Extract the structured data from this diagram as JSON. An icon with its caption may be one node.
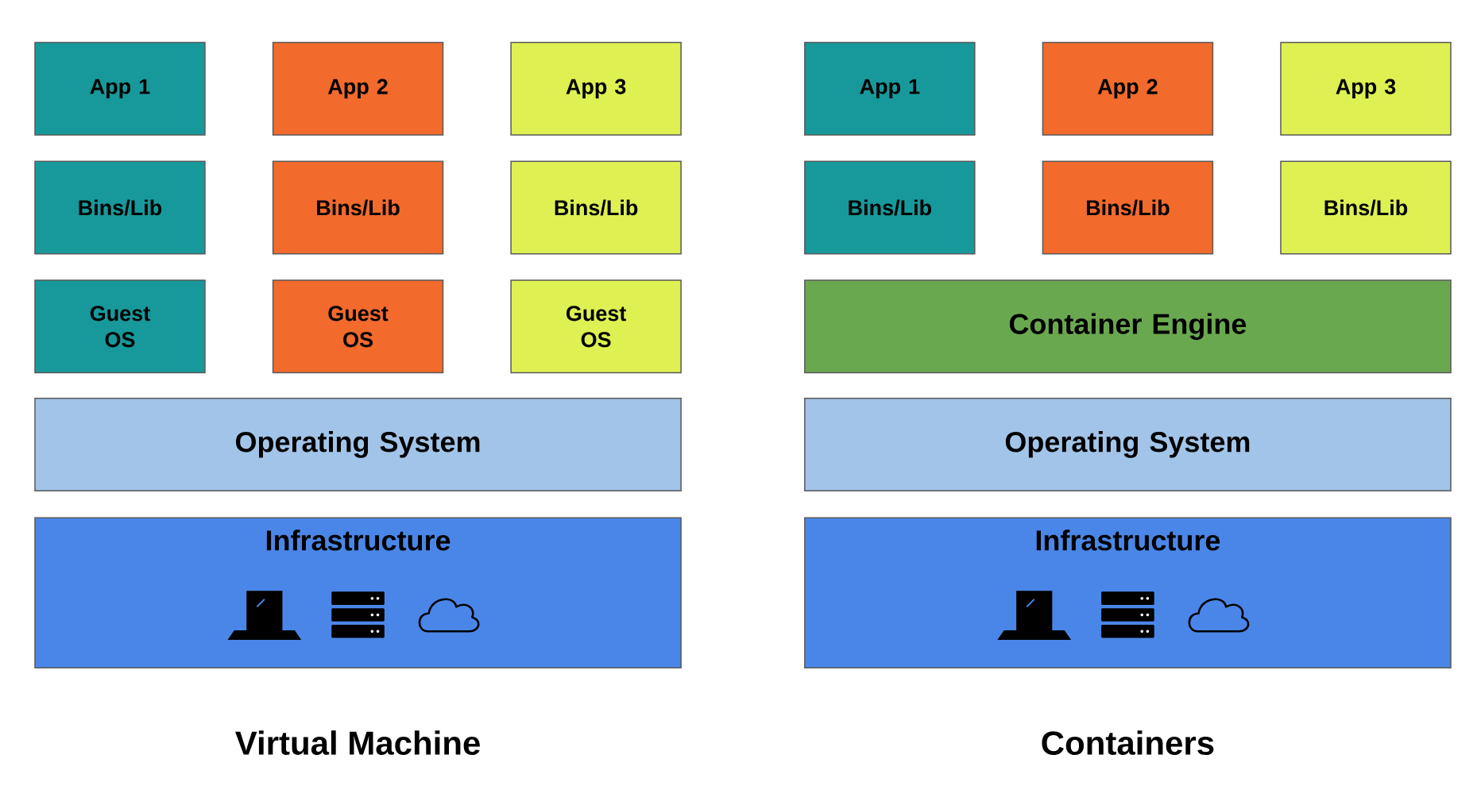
{
  "diagram": {
    "nodes": [
      {
        "text": [
          "App 1"
        ]
      },
      {
        "text": [
          "App 2"
        ]
      },
      {
        "text": [
          "App 3"
        ]
      },
      {
        "text": [
          "Bins/Lib"
        ]
      },
      {
        "text": [
          "Bins/Lib"
        ]
      },
      {
        "text": [
          "Bins/Lib"
        ]
      },
      {
        "text": [
          "Guest OS"
        ]
      },
      {
        "text": [
          "Guest OS"
        ]
      },
      {
        "text": [
          "Guest OS"
        ]
      },
      {
        "text": [
          "Operating System"
        ]
      },
      {
        "text": [
          "Infrastructure"
        ]
      },
      {
        "text": [
          "App 1"
        ]
      },
      {
        "text": [
          "App 2"
        ]
      },
      {
        "text": [
          "App 3"
        ]
      },
      {
        "text": [
          "Bins/Lib"
        ]
      },
      {
        "text": [
          "Bins/Lib"
        ]
      },
      {
        "text": [
          "Bins/Lib"
        ]
      },
      {
        "text": [
          "Container Engine"
        ]
      },
      {
        "text": [
          "Operating System"
        ]
      },
      {
        "text": [
          "Infrastructure"
        ]
      }
    ],
    "labels": [
      "Virtual Machine",
      "Containers"
    ]
  }
}
